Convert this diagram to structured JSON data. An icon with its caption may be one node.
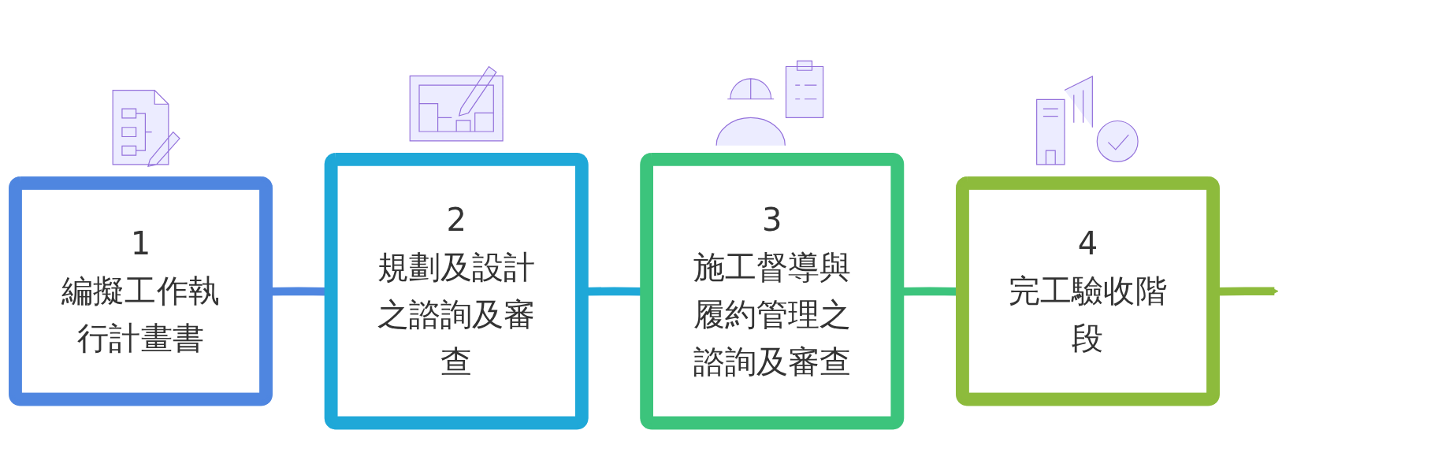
{
  "diagram": {
    "nodes": [
      {
        "text": [
          "1",
          "編擬工作執行計畫書"
        ]
      },
      {
        "text": [
          "2",
          "規劃及設計之諮詢及審查"
        ]
      },
      {
        "text": [
          "3",
          "施工督導與履約管理之諮詢及審查"
        ]
      },
      {
        "text": [
          "4",
          "完工驗收階段"
        ]
      }
    ],
    "edges": [
      {
        "from": 0,
        "to": 1,
        "arrow": "to",
        "color": "#4f86e0"
      },
      {
        "from": 1,
        "to": 2,
        "arrow": "to",
        "color": "#1fa8d8"
      },
      {
        "from": 2,
        "to": 3,
        "arrow": "to",
        "color": "#3cc47c"
      },
      {
        "from": 3,
        "to": null,
        "arrow": "to",
        "color": "#8dbb3c"
      }
    ]
  }
}
